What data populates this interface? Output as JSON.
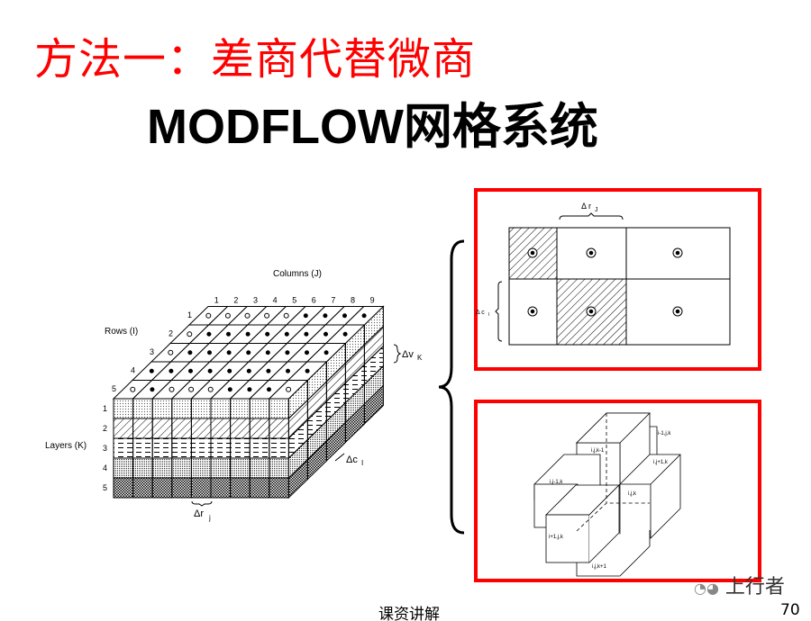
{
  "title": "方法一：差商代替微商",
  "subtitle": "MODFLOW网格系统",
  "block_diagram": {
    "columns_label": "Columns (J)",
    "rows_label": "Rows (I)",
    "layers_label": "Layers (K)",
    "column_numbers": [
      "1",
      "2",
      "3",
      "4",
      "5",
      "6",
      "7",
      "8",
      "9"
    ],
    "row_numbers": [
      "1",
      "2",
      "3",
      "4",
      "5"
    ],
    "layer_numbers": [
      "1",
      "2",
      "3",
      "4",
      "5"
    ],
    "delta_v": "Δv",
    "delta_v_sub": "K",
    "delta_c": "Δc",
    "delta_c_sub": "I",
    "delta_r": "Δr",
    "delta_r_sub": "j"
  },
  "plan_view": {
    "delta_r": "Δ r",
    "delta_r_sub": "J",
    "delta_c": "Δ c",
    "delta_c_sub": "I"
  },
  "neighbors": {
    "center": "i,j,k",
    "up": "i,j,k-1",
    "back": "i-1,j,k",
    "right": "i,j+1,k",
    "left": "i,j-1,k",
    "front": "i+1,j,k",
    "down": "i,j,k+1"
  },
  "watermark": "上行者",
  "footer_label": "课资讲解",
  "page_number": "70",
  "colors": {
    "title": "#ff0000",
    "frame": "#ff0000"
  }
}
